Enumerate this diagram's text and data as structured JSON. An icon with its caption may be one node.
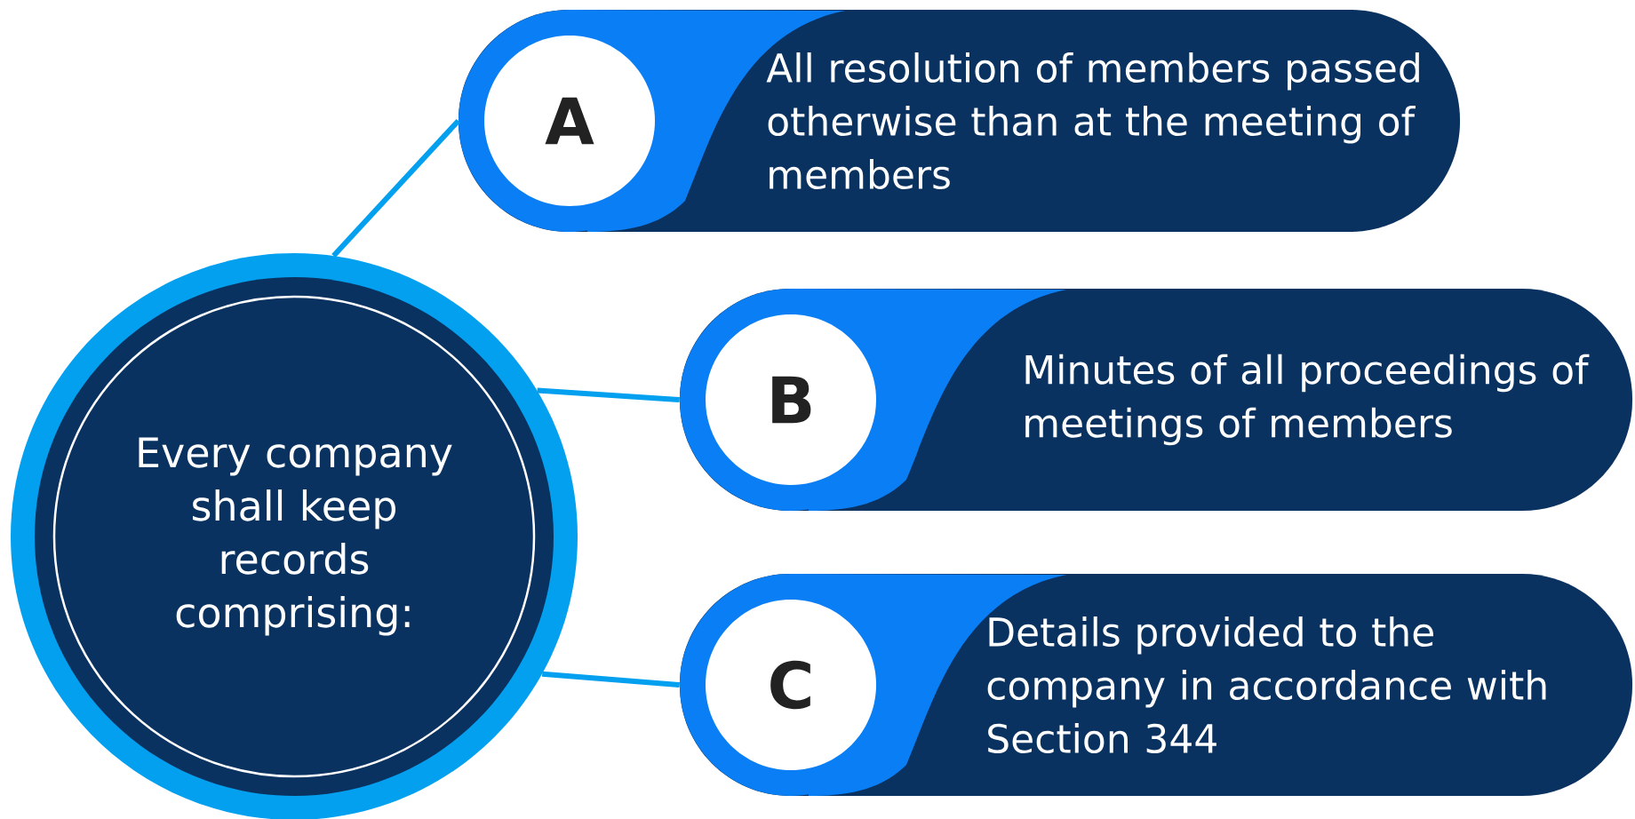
{
  "diagram": {
    "nodes": [
      {
        "text": [
          "Every company shall keep records comprising:"
        ]
      },
      {
        "text": [
          "A",
          "All resolution of members passed otherwise than at the meeting of members"
        ]
      },
      {
        "text": [
          "B",
          "Minutes of all proceedings of meetings of members"
        ]
      },
      {
        "text": [
          "C",
          "Details provided to the company in accordance with Section 344"
        ]
      }
    ],
    "edges": [
      {
        "from": 0,
        "to": 1,
        "arrow": "none"
      },
      {
        "from": 0,
        "to": 2,
        "arrow": "none"
      },
      {
        "from": 0,
        "to": 3,
        "arrow": "none"
      }
    ]
  }
}
